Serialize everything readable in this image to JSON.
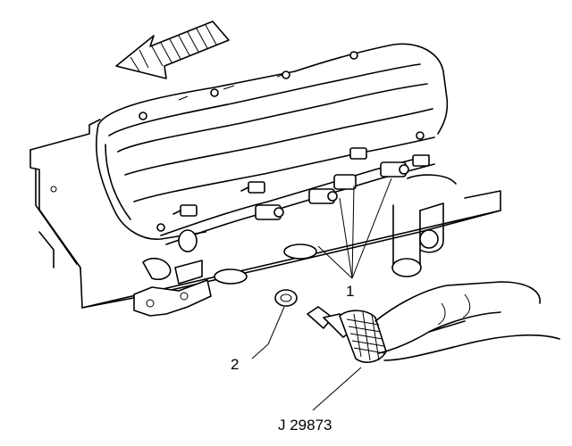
{
  "figure": {
    "background": "#ffffff",
    "ink": "#000000",
    "arrow_direction": "front-of-engine",
    "callouts": {
      "label_1": "1",
      "label_2": "2",
      "tool": "J 29873"
    }
  }
}
